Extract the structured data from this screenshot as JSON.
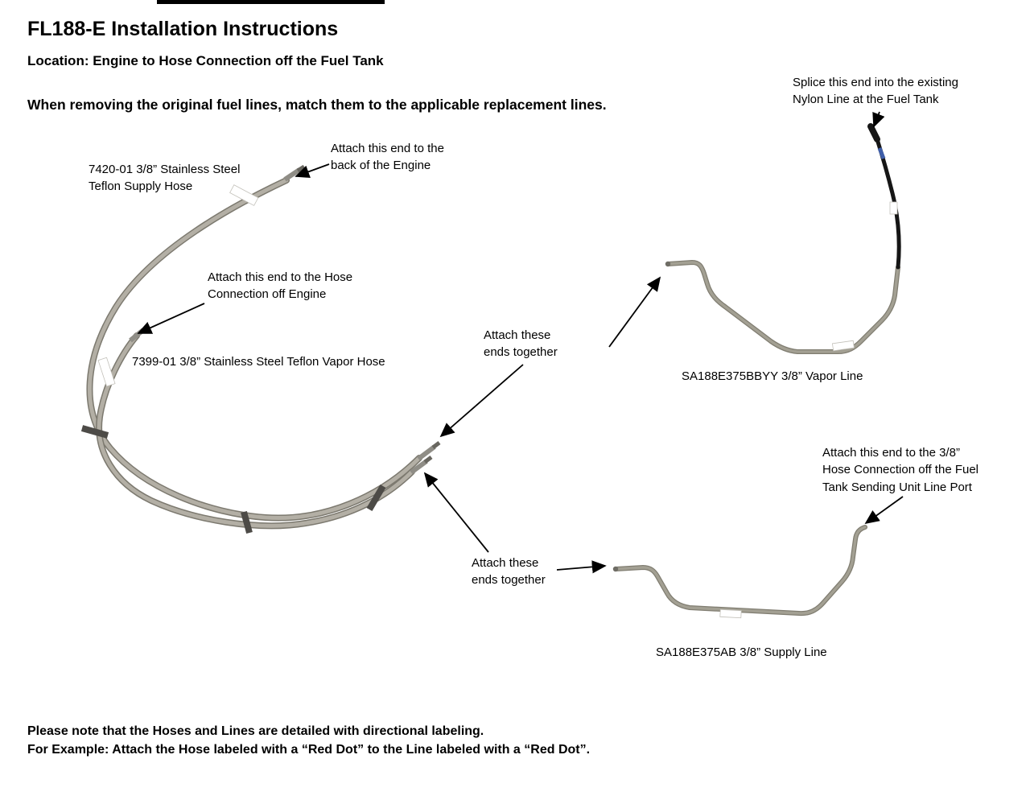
{
  "colors": {
    "hose": "#b3afa5",
    "hose-edge": "#7c796f",
    "line": "#a3a093",
    "line-edge": "#807d71",
    "nylon": "#161616",
    "clamp": "#4d4b47",
    "fitting": "#8f8d86",
    "arrow": "#000000",
    "tag": "#ffffff"
  },
  "header": {
    "title": "FL188-E Installation Instructions",
    "location": "Location: Engine to Hose Connection off the Fuel Tank",
    "instruction": "When removing the original fuel lines, match them to the applicable replacement lines."
  },
  "callouts": {
    "splice_nylon": "Splice this end into the existing\nNylon Line at the Fuel Tank",
    "attach_engine_back": "Attach this end to the\nback of the Engine",
    "supply_hose_part": "7420-01 3/8” Stainless Steel\nTeflon Supply Hose",
    "attach_hose_connection": "Attach this end to the Hose\nConnection off Engine",
    "vapor_hose_part": "7399-01 3/8” Stainless Steel Teflon Vapor Hose",
    "attach_together_top": "Attach these\nends together",
    "vapor_line_part": "SA188E375BBYY 3/8” Vapor Line",
    "attach_fuel_tank": "Attach this end to the 3/8”\nHose Connection off the Fuel\nTank Sending Unit Line Port",
    "attach_together_bottom": "Attach these\nends together",
    "supply_line_part": "SA188E375AB 3/8” Supply Line"
  },
  "footer": {
    "note1": "Please note that the Hoses and Lines are detailed with directional labeling.",
    "note2": "For Example: Attach the Hose labeled with a “Red Dot” to the Line labeled with a “Red Dot”."
  }
}
